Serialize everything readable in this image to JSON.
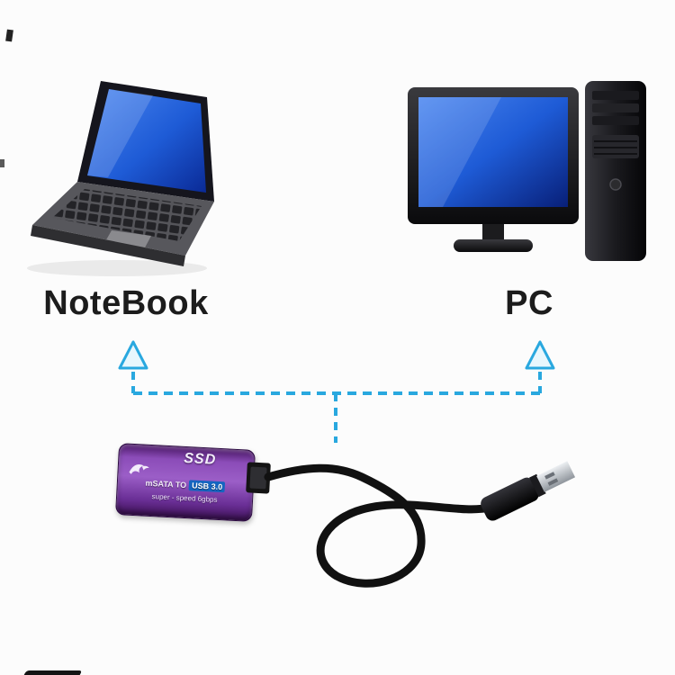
{
  "devices": {
    "notebook_label": "NoteBook",
    "pc_label": "PC"
  },
  "adapter": {
    "brand": "SSD",
    "line1_prefix": "mSATA TO",
    "line1_badge": "USB 3.0",
    "line2": "super - speed 6gbps"
  },
  "colors": {
    "arrow_cyan": "#29A8DF",
    "screen_blue": "#1E5BD6",
    "adapter_purple": "#7B3FA4",
    "badge_blue": "#1565C0",
    "cable_black": "#111111"
  }
}
